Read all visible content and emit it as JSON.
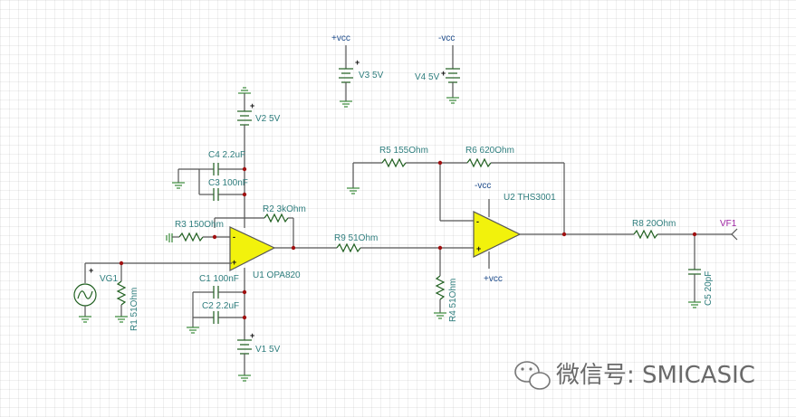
{
  "supplies": {
    "v3_net": "+vcc",
    "v3_label": "V3 5V",
    "v4_net": "-vcc",
    "v4_label": "V4 5V",
    "v2_label": "V2 5V",
    "v1_label": "V1 5V"
  },
  "stage1": {
    "c4": "C4 2.2uF",
    "c3": "C3 100nF",
    "r2": "R2 3kOhm",
    "r3": "R3 150Ohm",
    "u1": "U1 OPA820",
    "c1": "C1 100nF",
    "c2": "C2 2.2uF",
    "vg1": "VG1",
    "r1": "R1 51Ohm"
  },
  "stage2": {
    "r9": "R9 51Ohm",
    "r4": "R4 51Ohm",
    "r5": "R5 155Ohm",
    "r6": "R6 620Ohm",
    "u2_neg_net": "-vcc",
    "u2": "U2 THS3001",
    "u2_pos_net": "+vcc"
  },
  "output": {
    "r8": "R8 20Ohm",
    "c5": "C5 20pF",
    "vf1": "VF1"
  },
  "pins": {
    "plus": "+",
    "minus": "-"
  },
  "watermark": {
    "text": "微信号: SMICASIC"
  }
}
